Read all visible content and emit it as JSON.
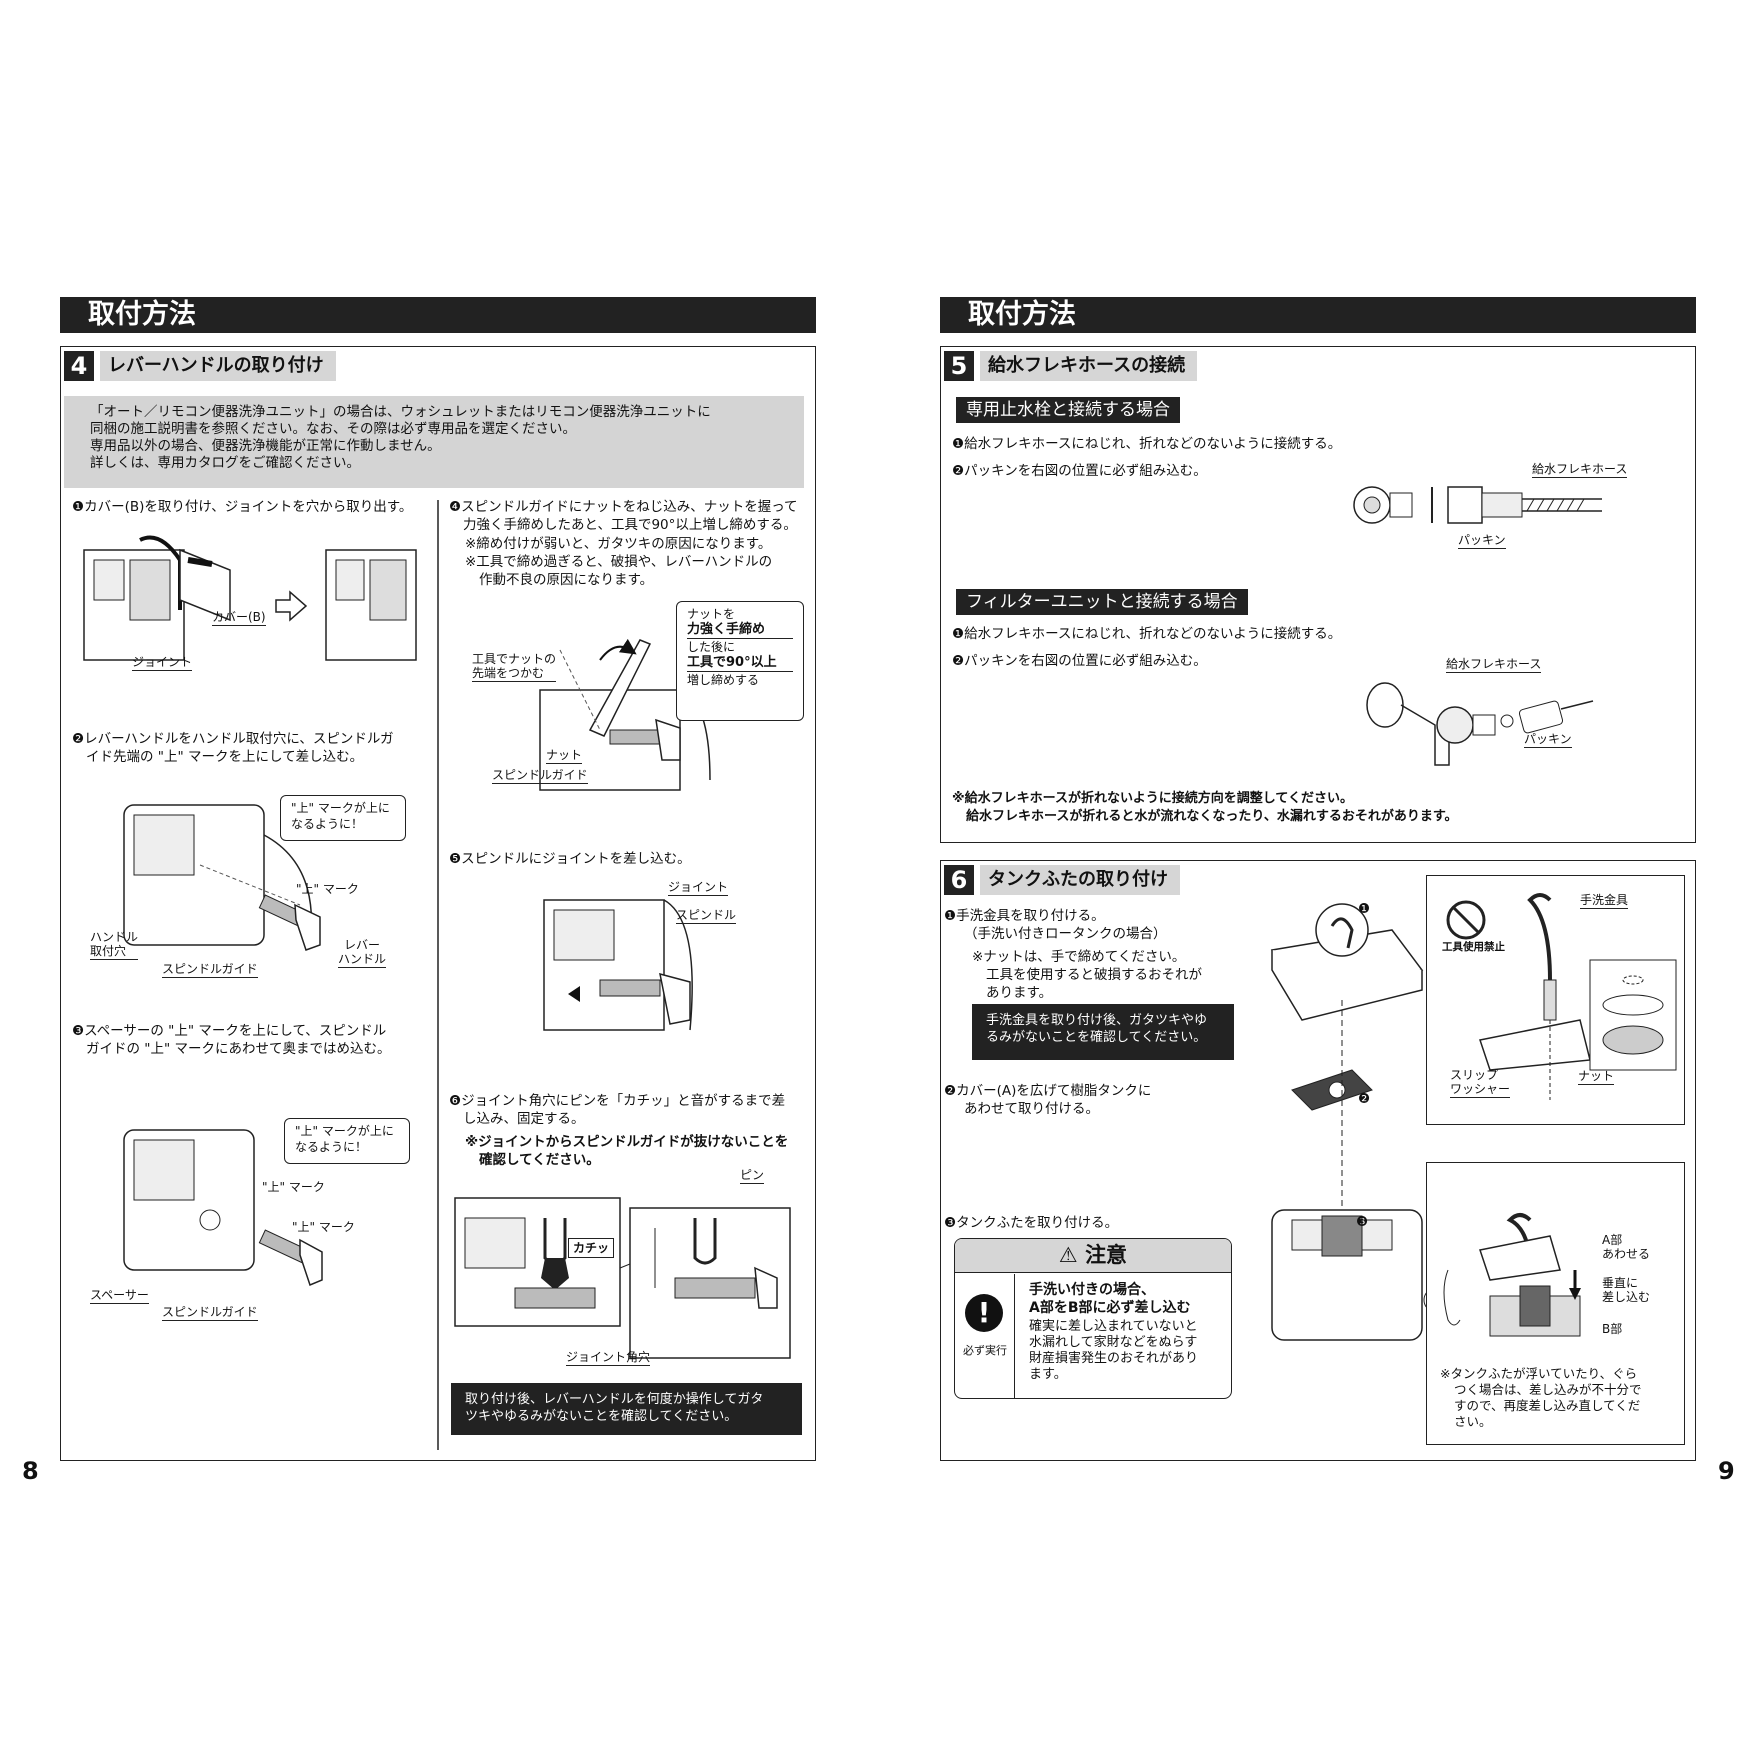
{
  "left_page": {
    "header": "取付方法",
    "section": {
      "number": "4",
      "title": "レバーハンドルの取り付け",
      "note": [
        "「オート／リモコン便器洗浄ユニット」の場合は、ウォシュレットまたはリモコン便器洗浄ユニットに",
        "同梱の施工説明書を参照ください。なお、その際は必ず専用品を選定ください。",
        "専用品以外の場合、便器洗浄機能が正常に作動しません。",
        "詳しくは、専用カタログをご確認ください。"
      ],
      "step1": {
        "text": "❶カバー(B)を取り付け、ジョイントを穴から取り出す。",
        "labels": {
          "cover": "カバー(B)",
          "joint": "ジョイント"
        }
      },
      "step2": {
        "text": [
          "❷レバーハンドルをハンドル取付穴に、スピンドルガ",
          "イド先端の \"上\" マークを上にして差し込む。"
        ],
        "bubble": [
          "\"上\" マークが上に",
          "なるように！"
        ],
        "labels": {
          "mark": "\"上\" マーク",
          "hole": [
            "ハンドル",
            "取付穴"
          ],
          "guide": "スピンドルガイド",
          "lever": [
            "レバー",
            "ハンドル"
          ]
        }
      },
      "step3": {
        "text": [
          "❸スペーサーの \"上\" マークを上にして、スピンドル",
          "ガイドの \"上\" マークにあわせて奥まではめ込む。"
        ],
        "bubble": [
          "\"上\" マークが上に",
          "なるように！"
        ],
        "labels": {
          "mark1": "\"上\" マーク",
          "mark2": "\"上\" マーク",
          "spacer": "スペーサー",
          "guide": "スピンドルガイド"
        }
      },
      "step4": {
        "text": [
          "❹スピンドルガイドにナットをねじ込み、ナットを握って",
          "力強く手締めしたあと、工具で90°以上増し締めする。"
        ],
        "notes": [
          "※締め付けが弱いと、ガタツキの原因になります。",
          "※工具で締め過ぎると、破損や、レバーハンドルの",
          "作動不良の原因になります。"
        ],
        "bubble": [
          "ナットを",
          "力強く手締め",
          "した後に",
          "工具で90°以上",
          "増し締めする"
        ],
        "labels": {
          "tool": [
            "工具でナットの",
            "先端をつかむ"
          ],
          "nut": "ナット",
          "guide": "スピンドルガイド"
        }
      },
      "step5": {
        "text": "❺スピンドルにジョイントを差し込む。",
        "labels": {
          "joint": "ジョイント",
          "spindle": "スピンドル"
        }
      },
      "step6": {
        "text": [
          "❻ジョイント角穴にピンを「カチッ」と音がするまで差",
          "し込み、固定する。"
        ],
        "notes": [
          "※ジョイントからスピンドルガイドが抜けないことを",
          "確認してください。"
        ],
        "labels": {
          "pin": "ピン",
          "click": "カチッ",
          "square_hole": "ジョイント角穴"
        }
      },
      "final_note": [
        "取り付け後、レバーハンドルを何度か操作してガタ",
        "ツキやゆるみがないことを確認してください。"
      ]
    },
    "page_number": "8"
  },
  "right_page": {
    "header": "取付方法",
    "section5": {
      "number": "5",
      "title": "給水フレキホースの接続",
      "sub1": {
        "title": "専用止水栓と接続する場合",
        "steps": [
          "❶給水フレキホースにねじれ、折れなどのないように接続する。",
          "❷パッキンを右図の位置に必ず組み込む。"
        ],
        "labels": {
          "hose": "給水フレキホース",
          "packing": "パッキン"
        }
      },
      "sub2": {
        "title": "フィルターユニットと接続する場合",
        "steps": [
          "❶給水フレキホースにねじれ、折れなどのないように接続する。",
          "❷パッキンを右図の位置に必ず組み込む。"
        ],
        "labels": {
          "hose": "給水フレキホース",
          "packing": "パッキン"
        }
      },
      "note": [
        "※給水フレキホースが折れないように接続方向を調整してください。",
        "給水フレキホースが折れると水が流れなくなったり、水漏れするおそれがあります。"
      ]
    },
    "section6": {
      "number": "6",
      "title": "タンクふたの取り付け",
      "step1": {
        "text": [
          "❶手洗金具を取り付ける。",
          "（手洗い付きロータンクの場合）"
        ],
        "notes": [
          "※ナットは、手で締めてください。",
          "工具を使用すると破損するおそれが",
          "あります。"
        ],
        "black_note": [
          "手洗金具を取り付け後、ガタツキやゆ",
          "るみがないことを確認してください。"
        ]
      },
      "step2": {
        "text": [
          "❷カバー(A)を広げて樹脂タンクに",
          "あわせて取り付ける。"
        ]
      },
      "step3": {
        "text": "❸タンクふたを取り付ける。"
      },
      "callouts": {
        "c1": "❶",
        "c2": "❷",
        "c3": "❸"
      },
      "caution": {
        "title": "注意",
        "must": "必ず実行",
        "headline": [
          "手洗い付きの場合、",
          "A部をB部に必ず差し込む"
        ],
        "body": [
          "確実に差し込まれていないと",
          "水漏れして家財などをぬらす",
          "財産損害発生のおそれがあり",
          "ます。"
        ]
      },
      "detail1": {
        "labels": {
          "no_tool": "工具使用禁止",
          "faucet": "手洗金具",
          "slip": [
            "スリップ",
            "ワッシャー"
          ],
          "nut": "ナット"
        }
      },
      "detail2": {
        "labels": {
          "a": [
            "A部",
            "あわせる"
          ],
          "vertical": [
            "垂直に",
            "差し込む"
          ],
          "b": "B部"
        },
        "note": [
          "※タンクふたが浮いていたり、ぐら",
          "つく場合は、差し込みが不十分で",
          "すので、再度差し込み直してくだ",
          "さい。"
        ]
      }
    },
    "page_number": "9"
  }
}
